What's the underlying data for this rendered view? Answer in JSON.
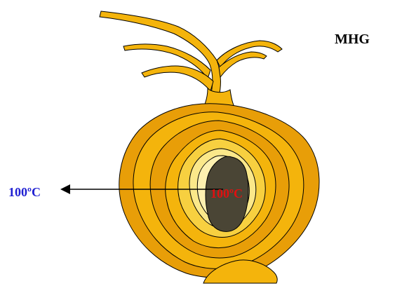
{
  "title": "MHG",
  "labels": {
    "outer_temperature": "100ºC",
    "core_temperature": "100ºC"
  },
  "colors": {
    "outer_label": "#1f1fd2",
    "core_label": "#e01010",
    "skin_dark": "#e89e08",
    "skin_mid": "#f4b40c",
    "layer_light": "#f7d040",
    "layer_pale": "#fbe88a",
    "layer_cream": "#fdf0b0",
    "core": "#4a4535"
  }
}
